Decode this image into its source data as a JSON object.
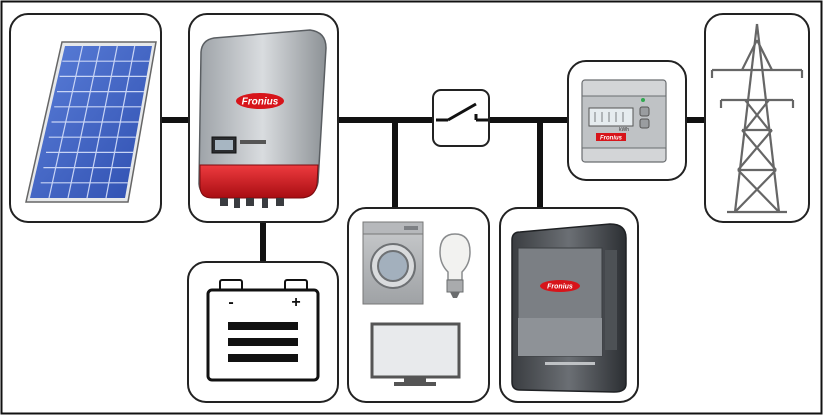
{
  "brand": {
    "logo_text": "Fronius",
    "accent_color": "#d7141a",
    "line_color": "#111111"
  },
  "meter": {
    "display_text": "kWh"
  },
  "components": [
    {
      "id": "pv-array",
      "icon": "solar-panel-icon"
    },
    {
      "id": "inverter",
      "icon": "inverter-icon"
    },
    {
      "id": "battery-storage",
      "icon": "battery-icon",
      "terminal_minus": "-",
      "terminal_plus": "+"
    },
    {
      "id": "consumers",
      "icons": [
        "washing-machine-icon",
        "light-bulb-icon",
        "tv-icon"
      ]
    },
    {
      "id": "grid-switch",
      "icon": "switch-icon"
    },
    {
      "id": "smart-meter",
      "icon": "meter-icon"
    },
    {
      "id": "backup-box",
      "icon": "backup-enclosure-icon"
    },
    {
      "id": "utility-grid",
      "icon": "power-pylon-icon"
    }
  ]
}
